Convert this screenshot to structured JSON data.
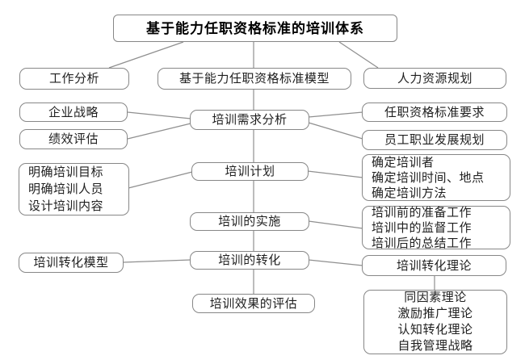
{
  "diagram": {
    "title": "基于能力任职资格标准的培训体系",
    "nodes": {
      "job_analysis": {
        "label": "工作分析"
      },
      "competency_model": {
        "label": "基于能力任职资格标准模型"
      },
      "hr_planning": {
        "label": "人力资源规划"
      },
      "corporate_strategy": {
        "label": "企业战略"
      },
      "performance_evaluation": {
        "label": "绩效评估"
      },
      "training_needs_analysis": {
        "label": "培训需求分析"
      },
      "qualification_requirements": {
        "label": "任职资格标准要求"
      },
      "career_development": {
        "label": "员工职业发展规划"
      },
      "plan_inputs": {
        "label": "明确培训目标\n明确培训人员\n设计培训内容"
      },
      "training_plan": {
        "label": "培训计划"
      },
      "plan_details": {
        "label": "确定培训者\n确定培训时间、地点\n确定培训方法"
      },
      "training_implementation": {
        "label": "培训的实施"
      },
      "implementation_tasks": {
        "label": "培训前的准备工作\n培训中的监督工作\n培训后的总结工作"
      },
      "transfer_model": {
        "label": "培训转化模型"
      },
      "training_transfer": {
        "label": "培训的转化"
      },
      "transfer_theory": {
        "label": "培训转化理论"
      },
      "transfer_theories": {
        "label": "同因素理论\n激励推广理论\n认知转化理论\n自我管理战略"
      },
      "training_evaluation": {
        "label": "培训效果的评估"
      }
    },
    "colors": {
      "box_border": "#878787",
      "connector": "#8f8f8f",
      "text": "#1f1f1f",
      "background": "#ffffff"
    }
  }
}
